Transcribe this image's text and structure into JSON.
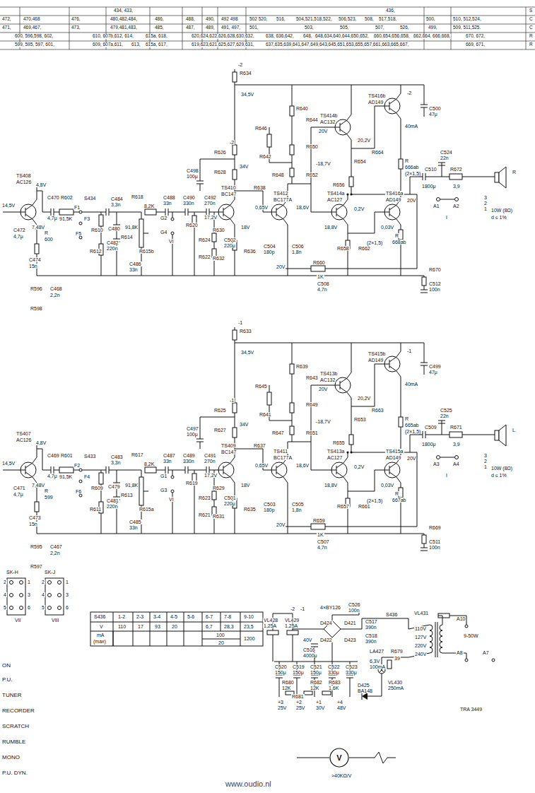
{
  "diagram": {
    "nodes": [
      {
        "text": [
          "V"
        ]
      }
    ],
    "labels": [
      "434, 433,",
      "436,",
      "S",
      "472,",
      "470,468",
      "476,",
      "480,482,484,",
      "486,",
      "488,",
      "490,",
      "492 498",
      "502 520,",
      "516,",
      "504,521,518,522,",
      "506,523,",
      "508,",
      "517,518,",
      "500,",
      "510, 512,524,",
      "C",
      "471,",
      "469,467,",
      "473,",
      "479,481,483,",
      "485,",
      "487,",
      "489,",
      "491, 497,",
      "501,",
      "503,",
      "505,",
      "507,",
      "526,",
      "499,",
      "509, 511,525.",
      "C",
      "600, 596,598, 602,",
      "610, 607b,612, 614,",
      "615a, 618,",
      "620,624,622,626,628,630,632,",
      "638, 636,642,",
      "648,",
      "648,634,640,644,650,652,",
      "660,654,656,658,",
      "662,664, 666,668,",
      "670, 672,",
      "R",
      "599, 595, 597, 601,",
      "609, 607a,611,",
      "613,",
      "615a, 617,",
      "619,623,621,625,627,629,631,",
      "637,635,639,641,647,649,643,645,651,653,655,657,661,663,665,667,",
      "669, 671,",
      "R",
      "TS408",
      "AC126",
      "14,5V",
      "4,8V",
      "7,48V",
      "C472",
      "4,7μ",
      "R",
      "600",
      "C474",
      "15n",
      "R596",
      "C468",
      "2,2n",
      "R598",
      "C470",
      "4,7μ",
      "R602",
      "91,5K",
      "S434",
      "F1",
      "F3",
      "F5",
      "C484",
      "3,3n",
      "R610",
      "C480",
      "C482",
      "220n",
      "R614",
      "91,8K",
      "R612",
      "R615b",
      "C486",
      "33n",
      "R618",
      "8,2K",
      "C488",
      "33n",
      "G2",
      "G4",
      "VI",
      "C490",
      "330n",
      "C492",
      "270n",
      "R620",
      "R624",
      "R622",
      "C498",
      "100μ",
      "R626",
      "R628",
      "34V",
      "TS410",
      "BC147",
      "17,2V",
      "R630",
      "C502",
      "220μ",
      "R632",
      "R636",
      "18V",
      "R638",
      "0,65V",
      "TS412",
      "BC177A",
      "C504",
      "180p",
      "C506",
      "1,8n",
      "18,6V",
      "TS414a",
      "AC127",
      "18,8V",
      "R658",
      "R662",
      "0,2V",
      "TS416a",
      "AD149",
      "0,03V",
      "R",
      "668ab",
      "(2×1,5)",
      "TS414b",
      "AC132",
      "TS416b",
      "AD149",
      "R634",
      "34,5V",
      "R640",
      "R644",
      "R646",
      "R642",
      "R650",
      "R648",
      "R652",
      "-18,7V",
      "20V",
      "20,2V",
      "40mA",
      "R654",
      "R656",
      "R664",
      "R",
      "666ab",
      "(2×1,5)",
      "C500",
      "47μ",
      "C524",
      "22n",
      "C510",
      "1800μ",
      "R672",
      "3,9",
      "A1",
      "A2",
      "I",
      "3",
      "2",
      "1",
      "R",
      "10W (8Ω)",
      "d ≤ 1%",
      "20V",
      "R660",
      "1K",
      "C508",
      "4,7n",
      "20V",
      "R670",
      "C512",
      "100n",
      "-2",
      "-2",
      "-2",
      "TS407",
      "AC126",
      "14,5V",
      "4,8V",
      "7,48V",
      "C471",
      "4,7μ",
      "R",
      "599",
      "C473",
      "15n",
      "R595",
      "C467",
      "2,2n",
      "R597",
      "C469",
      "4,7μ",
      "R601",
      "91,5K",
      "S433",
      "F2",
      "F4",
      "F6",
      "C483",
      "3,3n",
      "R609",
      "C479",
      "C481",
      "220n",
      "R613",
      "91,8K",
      "R611",
      "R615a",
      "C485",
      "33n",
      "R617",
      "8,2K",
      "C487",
      "33n",
      "G1",
      "G3",
      "VI",
      "C489",
      "330n",
      "C491",
      "270n",
      "R619",
      "R623",
      "R621",
      "C497",
      "100μ",
      "R625",
      "R627",
      "34V",
      "TS409",
      "BC147",
      "17,2V",
      "R629",
      "C501",
      "220μ",
      "R631",
      "R635",
      "18V",
      "R637",
      "0,65V",
      "TS411",
      "BC177A",
      "C503",
      "180p",
      "C505",
      "1,8n",
      "18,6V",
      "TS413a",
      "AC127",
      "18,8V",
      "R657",
      "R661",
      "0,2V",
      "TS415a",
      "AD149",
      "0,03V",
      "R",
      "667ab",
      "(2×1,5)",
      "TS413b",
      "AC132",
      "TS415b",
      "AD149",
      "R633",
      "34,5V",
      "R639",
      "R643",
      "R645",
      "R641",
      "R649",
      "R647",
      "R651",
      "-18,7V",
      "20V",
      "20,2V",
      "40mA",
      "R653",
      "R655",
      "R663",
      "R",
      "665ab",
      "(2×1,5)",
      "C499",
      "47μ",
      "C525",
      "22n",
      "C509",
      "1800μ",
      "R671",
      "3,9",
      "A3",
      "A4",
      "I",
      "3",
      "2",
      "1",
      "L",
      "10W (8Ω)",
      "d ≤ 1%",
      "20V",
      "R659",
      "1K",
      "C507",
      "4,7n",
      "20V",
      "R669",
      "C511",
      "100n",
      "-1",
      "-1",
      "-1",
      "SK-H",
      "SK-J",
      "2",
      "1",
      "4",
      "3",
      "5",
      "6",
      "VII",
      "2",
      "1",
      "4",
      "3",
      "5",
      "6",
      "VIII",
      "ON",
      "P.U.",
      "TUNER",
      "RECORDER",
      "SCRATCH",
      "RUMBLE",
      "MONO",
      "P.U. DYN.",
      "S436",
      "1-2",
      "2-3",
      "3-4",
      "4-5",
      "5-6",
      "6-7",
      "7-8",
      "9-10",
      "V",
      "110",
      "17",
      "93",
      "20",
      "6,7",
      "28,3",
      "23,5",
      "mA",
      "(max)",
      "100",
      "20",
      "1200",
      "-2",
      "-1",
      "VL428",
      "1,25A",
      "VL429",
      "1,25A",
      "4×BY126",
      "C526",
      "100n",
      "S436",
      "D421",
      "D424",
      "D422",
      "D423",
      "C517",
      "390n",
      "C518",
      "390n",
      "40V",
      "C516",
      "4000μ",
      "VL431",
      "A10",
      "9-50W",
      "110V",
      "127V",
      "220V",
      "240V",
      "A8",
      "A7",
      "C520",
      "150μ",
      "C519",
      "150μ",
      "C521",
      "150μ",
      "C522",
      "330μ",
      "C523",
      "330μ",
      "LA427",
      "R679",
      "39",
      "6,3V",
      "100mA",
      "D425",
      "BA148",
      "VL430",
      "250mA",
      "R680",
      "12K",
      "R681",
      "R682",
      "12K",
      "R683",
      "1,6K",
      "+3",
      "25V",
      "+2",
      "25V",
      "+1",
      "30V",
      "+4",
      "48V",
      "TRA 3449",
      ">40KΩ/V",
      "www.oudio.nl"
    ]
  }
}
